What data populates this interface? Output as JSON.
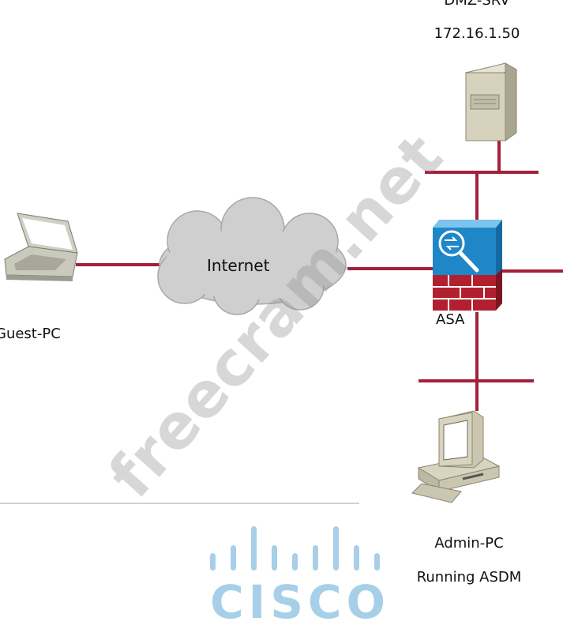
{
  "labels": {
    "dmz_server_name": "DMZ-SRV",
    "dmz_server_ip": "172.16.1.50",
    "internet": "Internet",
    "guest_pc": "Guest-PC",
    "asa": "ASA",
    "admin_pc": "Admin-PC",
    "admin_pc_note": "Running ASDM"
  },
  "watermark": "freecram.net",
  "logo": {
    "text": "CISCO",
    "color": "#a7cfe8"
  },
  "colors": {
    "link": "#a4203a",
    "asa_blue": "#1f86c8",
    "asa_brick": "#b22030",
    "cloud": "#cfcfcf"
  }
}
